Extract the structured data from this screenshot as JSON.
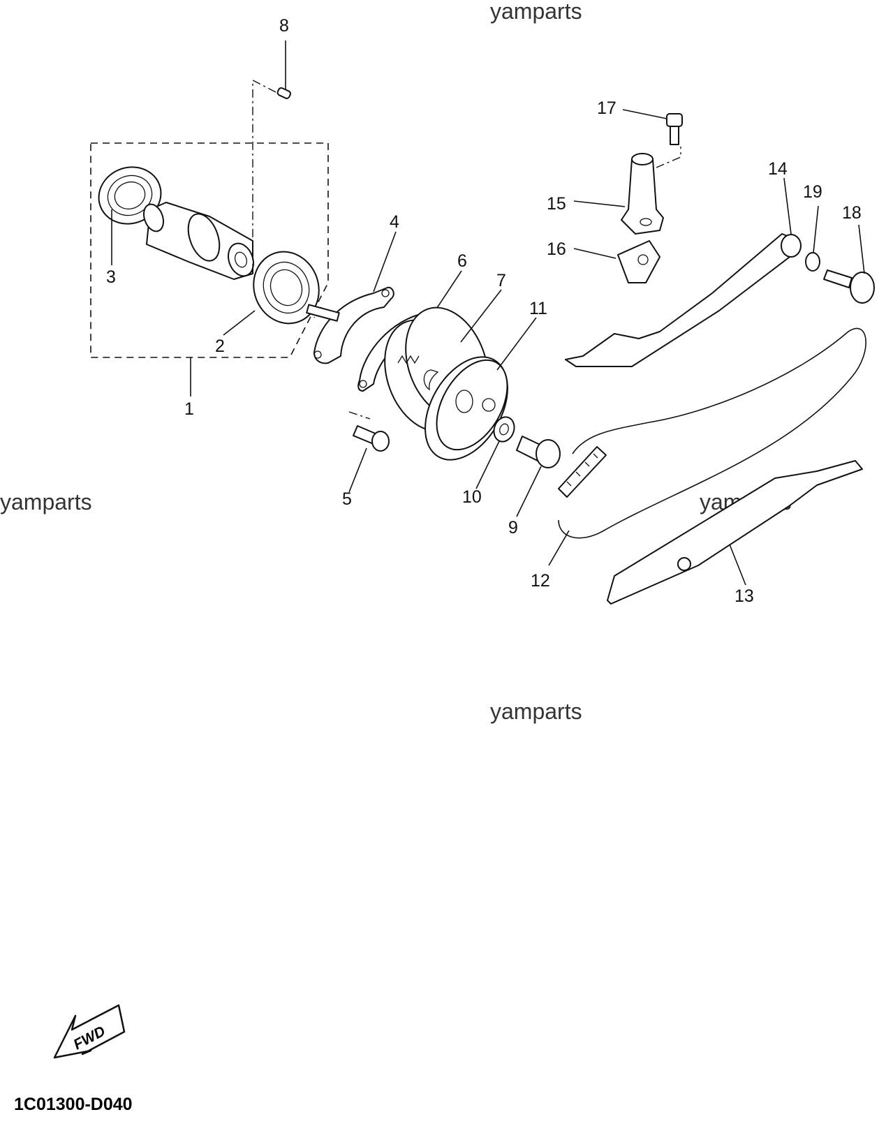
{
  "watermarks": [
    "yamparts",
    "yamparts",
    "yamparts",
    "yamparts"
  ],
  "callouts": [
    "1",
    "2",
    "3",
    "4",
    "5",
    "6",
    "7",
    "8",
    "9",
    "10",
    "11",
    "12",
    "13",
    "14",
    "15",
    "16",
    "17",
    "18",
    "19"
  ],
  "fwd_label": "FWD",
  "diagram_code": "1C01300-D040"
}
